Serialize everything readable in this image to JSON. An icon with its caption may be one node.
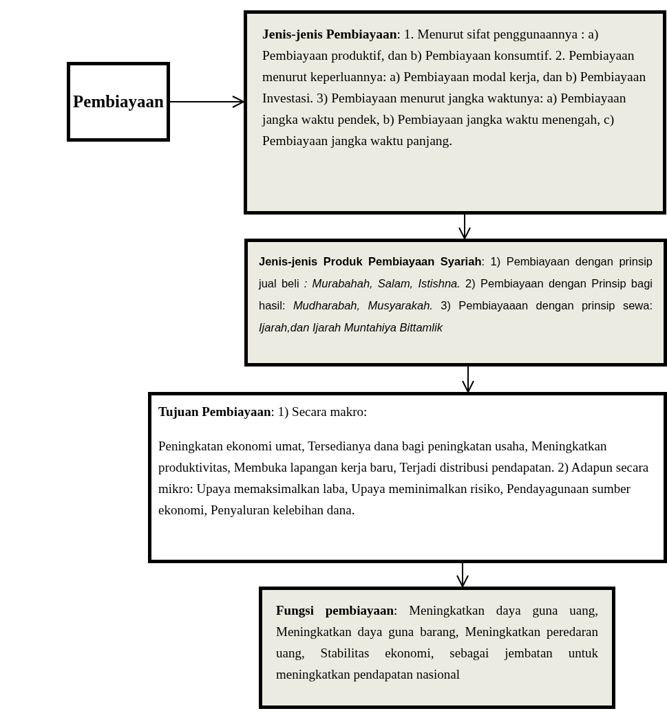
{
  "diagram": {
    "nodes": [
      {
        "text": [
          "Pembiayaan"
        ]
      },
      {
        "text": [
          "**Jenis-jenis Pembiayaan**: 1. Menurut sifat penggunaannya : a) Pembiayaan produktif, dan b) Pembiayaan konsumtif. 2. Pembiayaan menurut keperluannya: a) Pembiayaan modal kerja, dan b) Pembiayaan Investasi. 3) Pembiayaan menurut jangka waktunya: a) Pembiayaan jangka waktu pendek, b) Pembiayaan jangka waktu menengah, c) Pembiayaan jangka waktu panjang."
        ]
      },
      {
        "text": [
          "**Jenis-jenis Produk Pembiayaan Syariah**: 1) Pembiayaan dengan prinsip jual beli *: Murabahah, Salam, Istishna.* 2) Pembiayaan dengan Prinsip bagi hasil: *Mudharabah, Musyarakah.* 3) Pembiayaaan dengan prinsip sewa: *Ijarah,dan Ijarah Muntahiya Bittamlik*"
        ]
      },
      {
        "text": [
          "**Tujuan Pembiayaan**: 1) Secara makro:",
          "Peningkatan ekonomi umat, Tersedianya dana bagi peningkatan usaha, Meningkatkan produktivitas, Membuka lapangan kerja baru, Terjadi distribusi pendapatan. 2) Adapun secara mikro: Upaya memaksimalkan laba, Upaya meminimalkan risiko, Pendayagunaan sumber ekonomi, Penyaluran kelebihan dana."
        ]
      },
      {
        "text": [
          "**Fungsi pembiayaan**: Meningkatkan daya guna uang, Meningkatkan daya guna barang, Meningkatkan peredaran uang, Stabilitas ekonomi, sebagai jembatan untuk meningkatkan pendapatan nasional"
        ]
      }
    ],
    "edges": [
      {
        "from": 0,
        "to": 1,
        "arrow": "to"
      },
      {
        "from": 1,
        "to": 2,
        "arrow": "to"
      },
      {
        "from": 2,
        "to": 3,
        "arrow": "to"
      },
      {
        "from": 3,
        "to": 4,
        "arrow": "to"
      }
    ]
  }
}
